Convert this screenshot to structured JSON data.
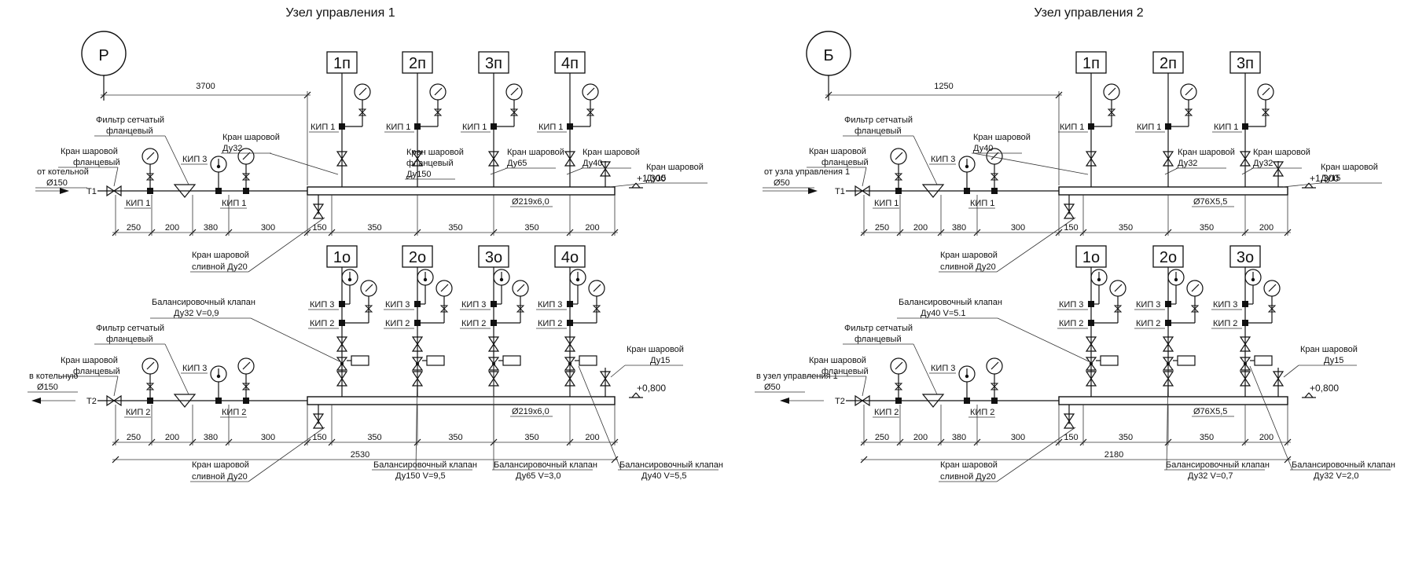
{
  "diagram": {
    "unit1": {
      "title": "Узел управления 1",
      "circle": "Р",
      "top_dim": "3700",
      "bottom_dim": "2530",
      "supply": {
        "inlet_line": "от котельной",
        "inlet_dia": "Ø150",
        "line_tag": "Т1",
        "kip1": "КИП 1",
        "kip3": "КИП 3",
        "ball_valve_flanged_1": "Кран шаровой",
        "ball_valve_flanged_2": "фланцевый",
        "filter_1": "Фильтр сетчатый",
        "filter_2": "фланцевый",
        "pipe_label": "Ø219x6,0",
        "elevation": "+1,300",
        "dims": [
          "250",
          "200",
          "380",
          "300",
          "150",
          "350",
          "350",
          "350",
          "200"
        ],
        "branches": [
          "1п",
          "2п",
          "3п",
          "4п"
        ],
        "valve_notes": [
          [
            "Кран шаровой",
            "Ду32"
          ],
          [
            "Кран шаровой",
            "фланцевый",
            "Ду150"
          ],
          [
            "Кран шаровой",
            "Ду65"
          ],
          [
            "Кран шаровой",
            "Ду40"
          ],
          [
            "Кран шаровой",
            "Ду15"
          ]
        ],
        "drain_1": "Кран шаровой",
        "drain_2": "сливной Ду20"
      },
      "return": {
        "outlet_line": "в котельную",
        "outlet_dia": "Ø150",
        "line_tag": "Т2",
        "kip2": "КИП 2",
        "kip3": "КИП 3",
        "ball_valve_flanged_1": "Кран шаровой",
        "ball_valve_flanged_2": "фланцевый",
        "filter_1": "Фильтр сетчатый",
        "filter_2": "фланцевый",
        "pipe_label": "Ø219x6,0",
        "elevation": "+0,800",
        "dims": [
          "250",
          "200",
          "380",
          "300",
          "150",
          "350",
          "350",
          "350",
          "200"
        ],
        "branches": [
          "1о",
          "2о",
          "3о",
          "4о"
        ],
        "balancing_first": [
          "Балансировочный клапан",
          "Ду32 V=0,9"
        ],
        "balancing_bottom": [
          [
            "Балансировочный клапан",
            "Ду150 V=9,5"
          ],
          [
            "Балансировочный клапан",
            "Ду65 V=3,0"
          ],
          [
            "Балансировочный клапан",
            "Ду40 V=5,5"
          ]
        ],
        "end_valve": [
          "Кран шаровой",
          "Ду15"
        ],
        "drain_1": "Кран шаровой",
        "drain_2": "сливной Ду20"
      }
    },
    "unit2": {
      "title": "Узел управления 2",
      "circle": "Б",
      "top_dim": "1250",
      "bottom_dim": "2180",
      "supply": {
        "inlet_line": "от узла управления 1",
        "inlet_dia": "Ø50",
        "line_tag": "Т1",
        "kip1": "КИП 1",
        "kip3": "КИП 3",
        "ball_valve_flanged_1": "Кран шаровой",
        "ball_valve_flanged_2": "фланцевый",
        "filter_1": "Фильтр сетчатый",
        "filter_2": "фланцевый",
        "pipe_label": "Ø76X5,5",
        "elevation": "+1,300",
        "dims": [
          "250",
          "200",
          "380",
          "300",
          "150",
          "350",
          "350",
          "200"
        ],
        "branches": [
          "1п",
          "2п",
          "3п"
        ],
        "valve_notes": [
          [
            "Кран шаровой",
            "Ду40"
          ],
          [
            "Кран шаровой",
            "Ду32"
          ],
          [
            "Кран шаровой",
            "Ду32"
          ],
          [
            "Кран шаровой",
            "Ду15"
          ]
        ],
        "drain_1": "Кран шаровой",
        "drain_2": "сливной Ду20"
      },
      "return": {
        "outlet_line": "в узел управления 1",
        "outlet_dia": "Ø50",
        "line_tag": "Т2",
        "kip2": "КИП 2",
        "kip3": "КИП 3",
        "ball_valve_flanged_1": "Кран шаровой",
        "ball_valve_flanged_2": "фланцевый",
        "filter_1": "Фильтр сетчатый",
        "filter_2": "фланцевый",
        "pipe_label": "Ø76X5,5",
        "elevation": "+0,800",
        "dims": [
          "250",
          "200",
          "380",
          "300",
          "150",
          "350",
          "350",
          "200"
        ],
        "branches": [
          "1о",
          "2о",
          "3о"
        ],
        "balancing_first": [
          "Балансировочный клапан",
          "Ду40 V=5.1"
        ],
        "balancing_bottom": [
          [
            "Балансировочный клапан",
            "Ду32 V=0,7"
          ],
          [
            "Балансировочный клапан",
            "Ду32 V=2,0"
          ]
        ],
        "end_valve": [
          "Кран шаровой",
          "Ду15"
        ],
        "drain_1": "Кран шаровой",
        "drain_2": "сливной Ду20"
      }
    }
  }
}
